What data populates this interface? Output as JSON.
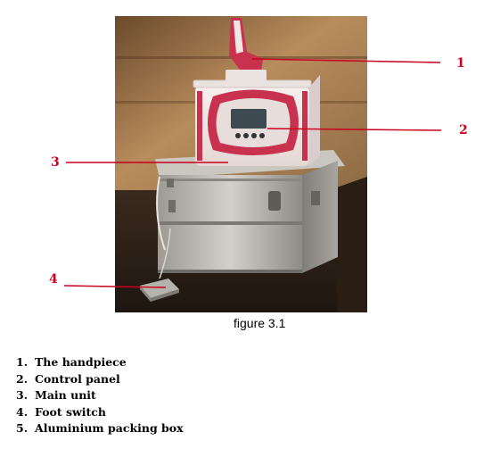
{
  "figure": {
    "caption": "figure 3.1",
    "callouts": [
      {
        "number": "1"
      },
      {
        "number": "2"
      },
      {
        "number": "3"
      },
      {
        "number": "4"
      }
    ],
    "callout_color": "#c8001e"
  },
  "legend": {
    "items": [
      {
        "number": "1.",
        "label": "The handpiece"
      },
      {
        "number": "2.",
        "label": "Control panel"
      },
      {
        "number": "3.",
        "label": "Main unit"
      },
      {
        "number": "4.",
        "label": "Foot switch"
      },
      {
        "number": "5.",
        "label": "Aluminium packing box"
      }
    ]
  },
  "colors": {
    "device_pink": "#c8324f",
    "device_white": "#f2e9e6",
    "case_silver": "#b9b6ad",
    "wall": "#a07850"
  }
}
